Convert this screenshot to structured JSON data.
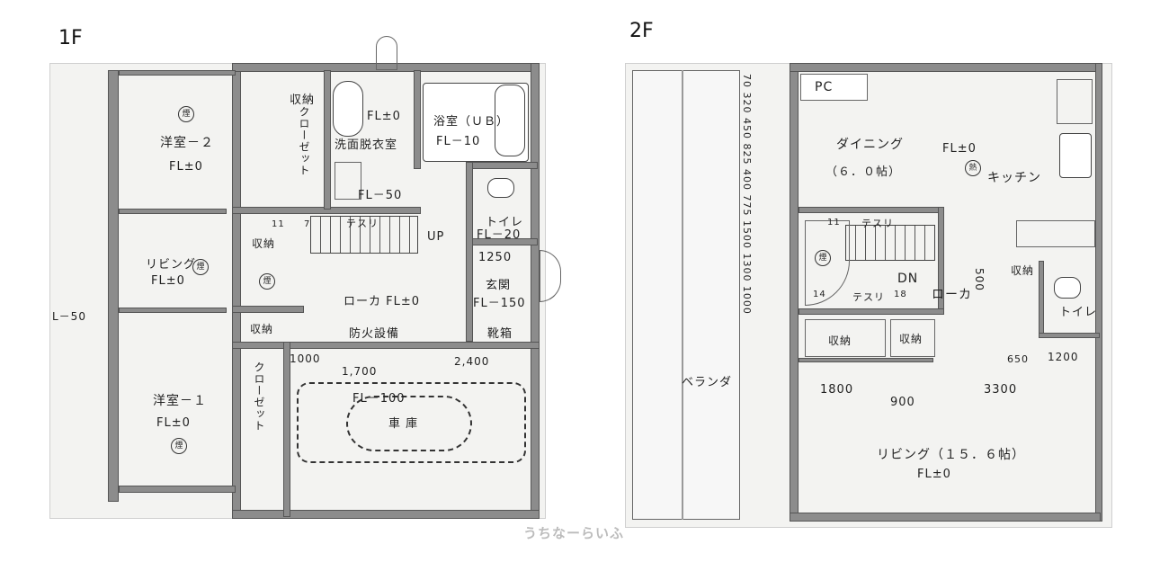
{
  "floor1": {
    "title": "1F",
    "rooms": {
      "yoshitsu2": "洋室－２",
      "yoshitsu2_fl": "FL±0",
      "living": "リビング",
      "living_fl": "FL±0",
      "yoshitsu1": "洋室－１",
      "yoshitsu1_fl": "FL±0",
      "closet_top": "クローゼット",
      "closet_bottom": "クローゼット",
      "shuno_top": "収納",
      "shuno_stair": "収納",
      "shuno_mid": "収納",
      "washroom": "洗面脱衣室",
      "washroom_fl": "FL±0",
      "washroom_fl2": "FL－50",
      "bath": "浴室（ＵＢ）",
      "bath_fl": "FL－10",
      "toilet": "トイレ",
      "toilet_fl": "FL－20",
      "tesuri": "テスリ",
      "up": "UP",
      "stair_num_a": "11",
      "stair_num_b": "7",
      "genkan_dim": "1250",
      "genkan": "玄関",
      "genkan_fl": "FL－150",
      "roka": "ローカ FL±0",
      "bouka": "防火設備",
      "kutsubako": "靴箱",
      "garage": "車 庫",
      "garage_fl": "FL－100",
      "dim_1000": "1000",
      "dim_1700": "1,700",
      "dim_2400": "2,400",
      "veranda_fl": "L－50"
    }
  },
  "floor2": {
    "title": "2F",
    "rooms": {
      "pc": "PC",
      "dining": "ダイニング",
      "dining_fl": "FL±0",
      "dining_size": "（６．０帖）",
      "kitchen": "キッチン",
      "tesuri_top": "テスリ",
      "tesuri_bottom": "テスリ",
      "dn": "DN",
      "stair_11": "11",
      "stair_14": "14",
      "stair_18": "18",
      "roka": "ローカ",
      "dim_500": "500",
      "shuno_right": "収納",
      "toilet": "トイレ",
      "shuno_a": "収納",
      "shuno_b": "収納",
      "dim_650": "650",
      "dim_1200": "1200",
      "dim_1800": "1800",
      "dim_900": "900",
      "dim_3300": "3300",
      "veranda": "ベランダ",
      "living": "リビング（１５．６帖）",
      "living_fl": "FL±0",
      "left_dims": "70 320 450 825 400 775 1500 1300 1000"
    }
  },
  "watermark": "うちなーらいふ",
  "icons": {
    "smoke": "煙",
    "heat": "熱"
  }
}
